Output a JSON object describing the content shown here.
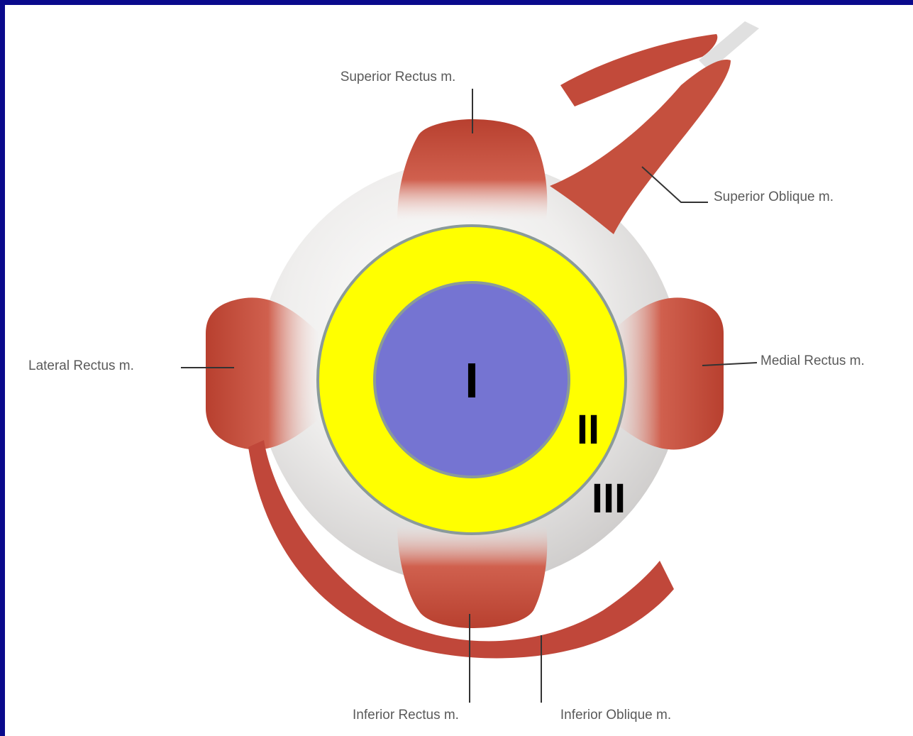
{
  "labels": {
    "superior_rectus": "Superior Rectus m.",
    "superior_oblique": "Superior Oblique m.",
    "lateral_rectus": "Lateral Rectus m.",
    "medial_rectus": "Medial Rectus m.",
    "inferior_rectus": "Inferior Rectus m.",
    "inferior_oblique": "Inferior Oblique m."
  },
  "zones": {
    "inner": "I",
    "middle": "II",
    "outer": "III"
  },
  "colors": {
    "frame": "#0a0a8c",
    "muscle": "#c0473a",
    "muscle_dark": "#8e2c22",
    "globe": "#ecebea",
    "zone_outer_fill": "#ffff00",
    "zone_inner_fill": "#7574d2",
    "zone_border": "#8a9a9a"
  }
}
